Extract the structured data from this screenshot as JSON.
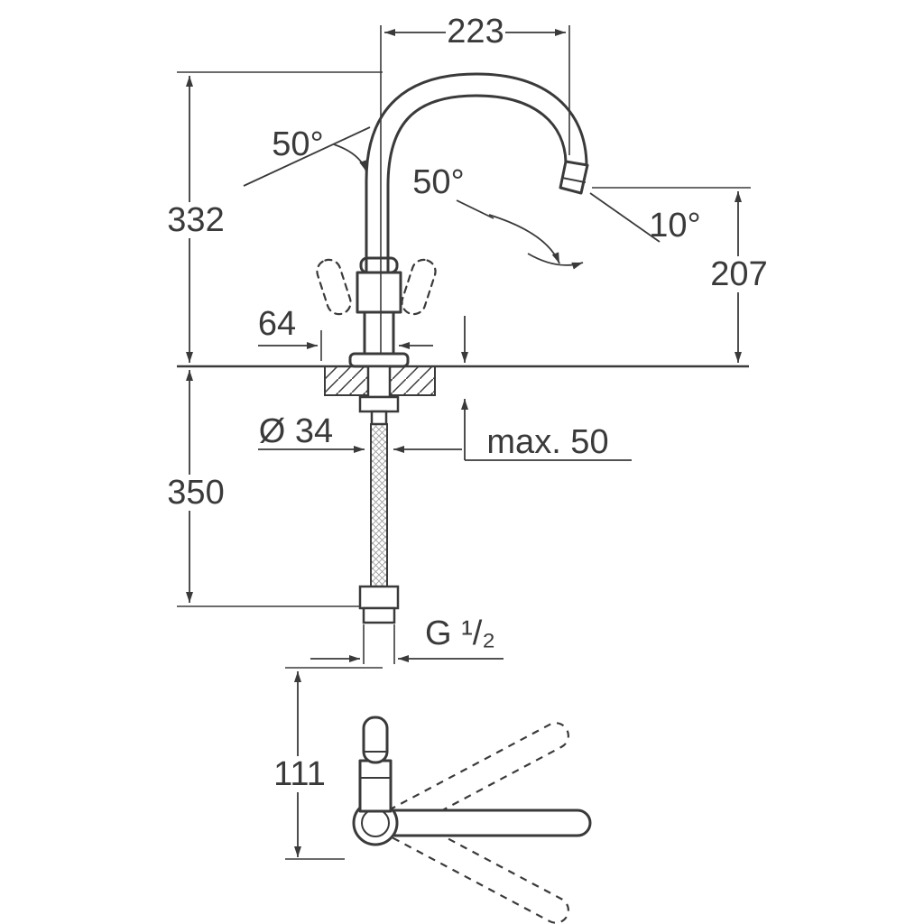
{
  "drawing": {
    "colors": {
      "line": "#3a3a3a",
      "background": "#ffffff"
    },
    "labels": {
      "spout_reach": "223",
      "swivel_left": "50°",
      "swivel_right": "50°",
      "outlet_angle": "10°",
      "height_above_deck": "332",
      "outlet_height": "207",
      "handle_offset": "64",
      "hole_diameter": "Ø 34",
      "max_deck_thickness": "max. 50",
      "hose_length": "350",
      "thread": "G ¹/₂",
      "handle_length": "111"
    }
  }
}
